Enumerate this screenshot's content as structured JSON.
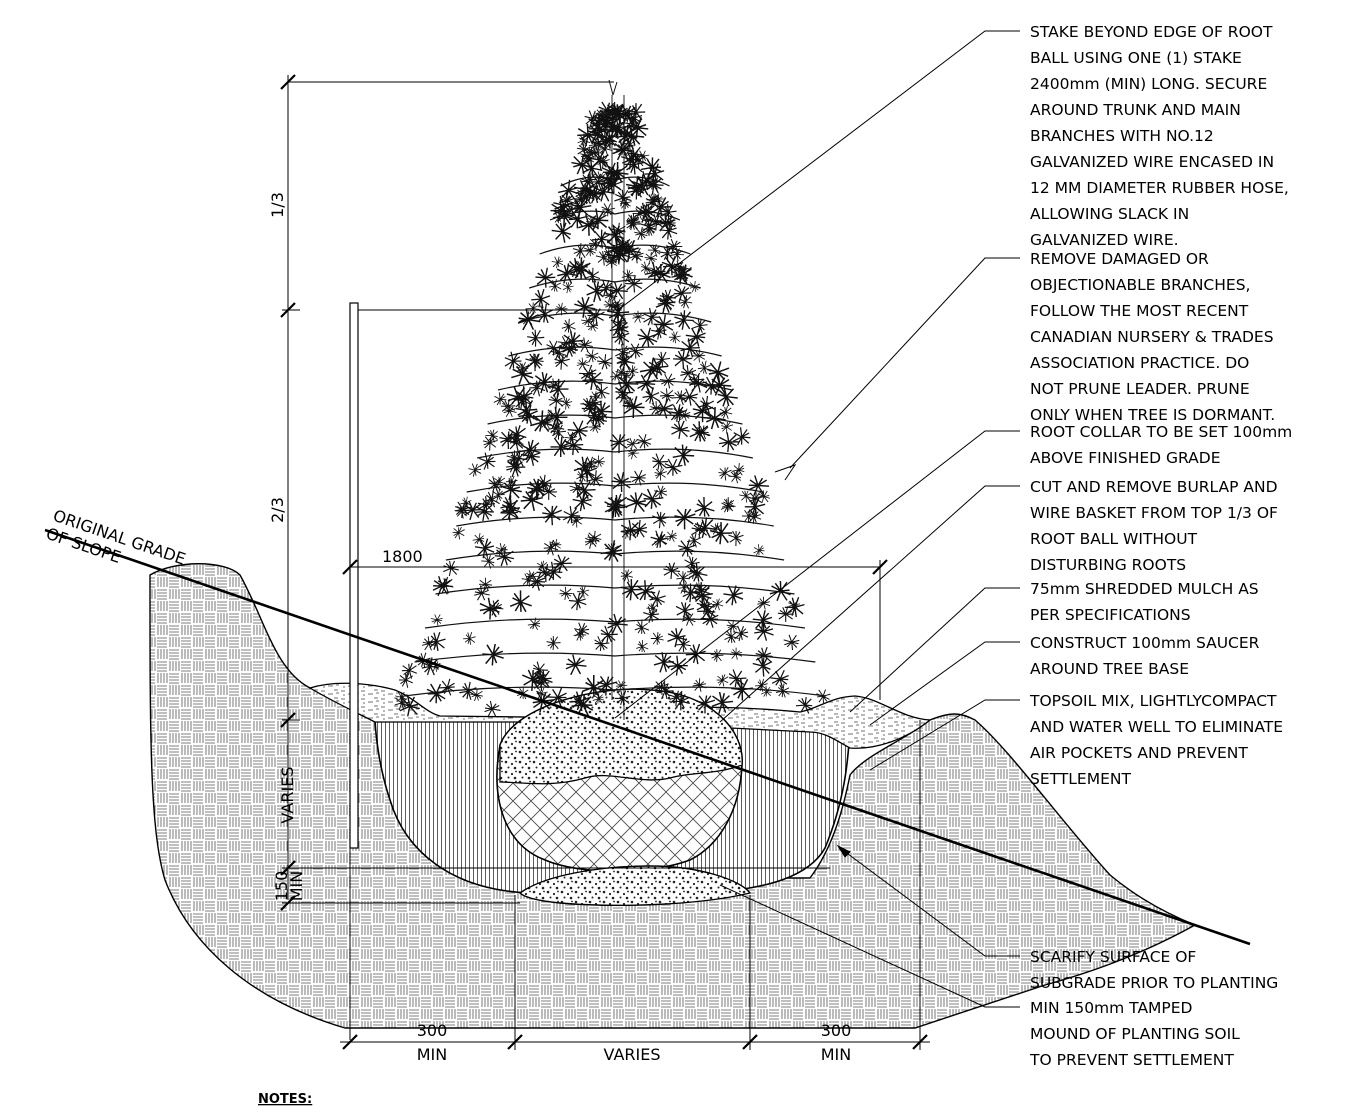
{
  "callouts": [
    {
      "id": "stake",
      "lines": [
        "STAKE BEYOND EDGE OF ROOT",
        "BALL USING ONE (1) STAKE",
        "2400mm (MIN) LONG. SECURE",
        "AROUND TRUNK AND MAIN",
        "BRANCHES WITH NO.12",
        "GALVANIZED WIRE ENCASED IN",
        "12 MM DIAMETER RUBBER HOSE,",
        "ALLOWING SLACK IN",
        "GALVANIZED WIRE."
      ]
    },
    {
      "id": "branches",
      "lines": [
        "REMOVE DAMAGED OR",
        "OBJECTIONABLE BRANCHES,",
        "FOLLOW THE MOST RECENT",
        "CANADIAN NURSERY & TRADES",
        "ASSOCIATION PRACTICE.  DO",
        "NOT PRUNE LEADER. PRUNE",
        "ONLY WHEN TREE IS DORMANT."
      ]
    },
    {
      "id": "root-collar",
      "lines": [
        "ROOT COLLAR TO BE SET 100mm",
        "ABOVE FINISHED GRADE"
      ]
    },
    {
      "id": "burlap",
      "lines": [
        "CUT AND REMOVE BURLAP AND",
        "WIRE BASKET FROM TOP 1/3 OF",
        "ROOT BALL WITHOUT",
        "DISTURBING ROOTS"
      ]
    },
    {
      "id": "mulch",
      "lines": [
        "75mm SHREDDED MULCH AS",
        "PER SPECIFICATIONS"
      ]
    },
    {
      "id": "saucer",
      "lines": [
        "CONSTRUCT 100mm SAUCER",
        "AROUND TREE BASE"
      ]
    },
    {
      "id": "topsoil",
      "lines": [
        "TOPSOIL MIX, LIGHTLYCOMPACT",
        "AND WATER WELL TO ELIMINATE",
        "AIR POCKETS AND PREVENT",
        "SETTLEMENT"
      ]
    },
    {
      "id": "scarify",
      "lines": [
        "SCARIFY SURFACE OF",
        "SUBGRADE PRIOR TO PLANTING"
      ]
    },
    {
      "id": "mound",
      "lines": [
        "MIN 150mm TAMPED",
        "MOUND OF PLANTING SOIL",
        "TO PREVENT SETTLEMENT"
      ]
    }
  ],
  "dimensions": {
    "one_third": "1/3",
    "two_thirds": "2/3",
    "width_1800": "1800",
    "varies_vertical": "VARIES",
    "depth_150": "150",
    "depth_150_min": "MIN",
    "left_300": "300",
    "left_300_min": "MIN",
    "bottom_varies": "VARIES",
    "right_300": "300",
    "right_300_min": "MIN"
  },
  "grade_label": {
    "line1": "ORIGINAL GRADE",
    "line2": "OF SLOPE"
  },
  "notes_title": "NOTES:"
}
